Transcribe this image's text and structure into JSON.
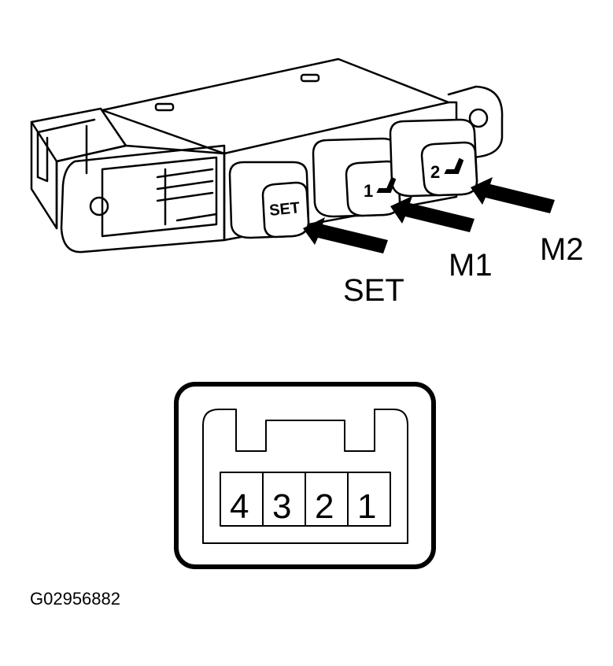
{
  "switch": {
    "buttons": [
      {
        "face_text": "SET"
      },
      {
        "face_text": "1"
      },
      {
        "face_text": "2"
      }
    ]
  },
  "callouts": {
    "set": "SET",
    "m1": "M1",
    "m2": "M2"
  },
  "connector": {
    "pins": [
      "4",
      "3",
      "2",
      "1"
    ]
  },
  "figure_id": "G02956882"
}
